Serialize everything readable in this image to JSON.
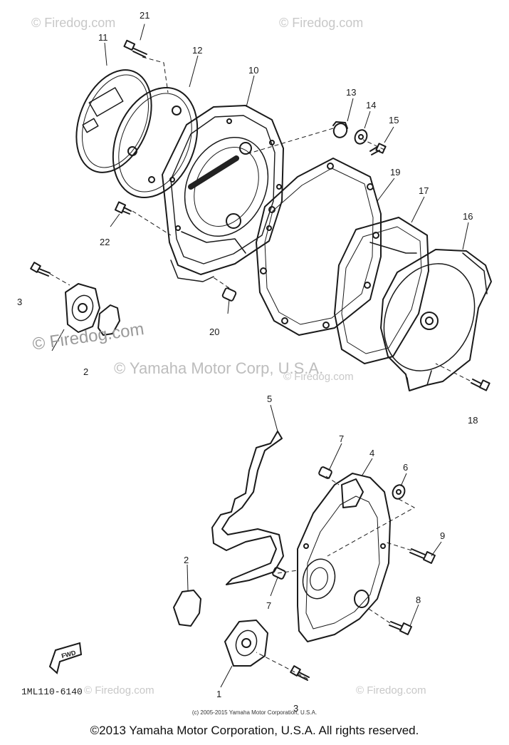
{
  "watermarks": {
    "site": "© Firedog.com",
    "main": "© Yamaha Motor Corp, U.S.A."
  },
  "parts": {
    "p1": "1",
    "p2a": "2",
    "p2b": "2",
    "p3a": "3",
    "p3b": "3",
    "p4": "4",
    "p5": "5",
    "p6": "6",
    "p7a": "7",
    "p7b": "7",
    "p8": "8",
    "p9": "9",
    "p10": "10",
    "p11": "11",
    "p12": "12",
    "p13": "13",
    "p14": "14",
    "p15": "15",
    "p16": "16",
    "p17": "17",
    "p18": "18",
    "p19": "19",
    "p20": "20",
    "p21": "21",
    "p22": "22"
  },
  "fwd_label": "FWD",
  "diagram_code": "1ML110-6140",
  "inner_copyright": "(c) 2005-2015 Yamaha Motor Corporation, U.S.A.",
  "footer": "©2013 Yamaha Motor Corporation, U.S.A. All rights reserved."
}
